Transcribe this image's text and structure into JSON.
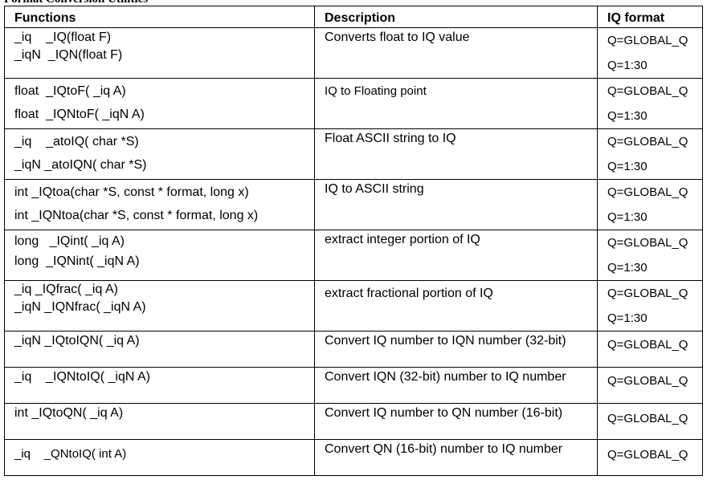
{
  "cut_title": "Format Conversion Utilities",
  "headers": {
    "functions": "Functions",
    "description": "Description",
    "iq_format": "IQ format"
  },
  "rows": [
    {
      "functions": [
        "_iq    _IQ(float F)",
        "_iqN  _IQN(float F)"
      ],
      "description": "Converts float to IQ value",
      "formats": [
        "Q=GLOBAL_Q",
        "Q=1:30"
      ]
    },
    {
      "functions": [
        "float  _IQtoF( _iq A)",
        "float  _IQNtoF( _iqN A)"
      ],
      "description": "IQ to Floating point",
      "formats": [
        "Q=GLOBAL_Q",
        "Q=1:30"
      ]
    },
    {
      "functions": [
        "_iq    _atoIQ( char *S)",
        "_iqN _atoIQN( char *S)"
      ],
      "description": "Float ASCII string to IQ",
      "formats": [
        "Q=GLOBAL_Q",
        "Q=1:30"
      ]
    },
    {
      "functions": [
        "int _IQtoa(char *S, const * format, long x)",
        "int _IQNtoa(char *S, const * format, long x)"
      ],
      "description": "IQ to ASCII string",
      "formats": [
        "Q=GLOBAL_Q",
        "Q=1:30"
      ]
    },
    {
      "functions": [
        "long   _IQint( _iq A)",
        "long  _IQNint( _iqN A)"
      ],
      "description": "extract integer portion of IQ",
      "formats": [
        "Q=GLOBAL_Q",
        "Q=1:30"
      ]
    },
    {
      "functions": [
        "_iq _IQfrac( _iq A)",
        "_iqN _IQNfrac( _iqN A)"
      ],
      "description": "extract fractional portion of IQ",
      "formats": [
        "Q=GLOBAL_Q",
        "Q=1:30"
      ]
    },
    {
      "functions": [
        "_iqN _IQtoIQN( _iq A)"
      ],
      "description": "Convert IQ number to IQN number (32-bit)",
      "formats": [
        "Q=GLOBAL_Q"
      ]
    },
    {
      "functions": [
        "_iq    _IQNtoIQ( _iqN A)"
      ],
      "description": "Convert IQN (32-bit) number to IQ number",
      "formats": [
        "Q=GLOBAL_Q"
      ]
    },
    {
      "functions": [
        "int _IQtoQN( _iq A)"
      ],
      "description": "Convert IQ number to QN number (16-bit)",
      "formats": [
        "Q=GLOBAL_Q"
      ]
    },
    {
      "functions": [
        "_iq    _QNtoIQ( int A)"
      ],
      "description": "Convert QN (16-bit) number to IQ number",
      "formats": [
        "Q=GLOBAL_Q"
      ]
    }
  ]
}
